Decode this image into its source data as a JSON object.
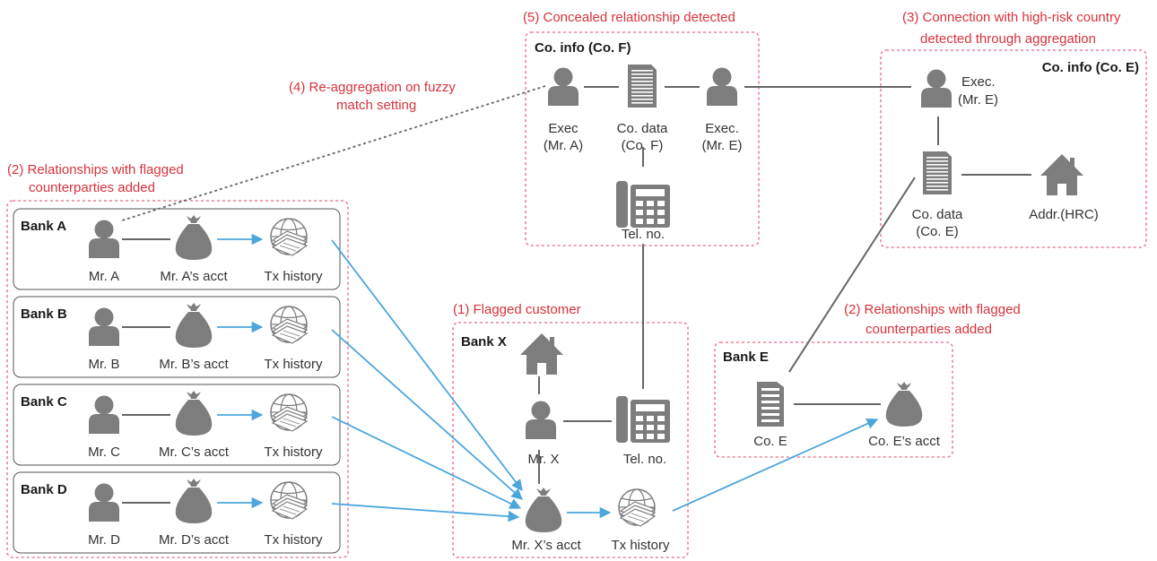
{
  "colors": {
    "accent_note": "#d8323c",
    "dashed_box": "#f07e95",
    "flow_arrow": "#4ba6dc",
    "icon": "#7d7d7d",
    "link_line": "#666666"
  },
  "notes": {
    "step5": "(5) Concealed relationship detected",
    "step3_line1": "(3) Connection with high-risk country",
    "step3_line2": "detected through aggregation",
    "step4_line1": "(4) Re-aggregation on fuzzy",
    "step4_line2": "match setting",
    "step2_left_line1": "(2) Relationships with flagged",
    "step2_left_line2": "counterparties added",
    "step1": "(1) Flagged customer",
    "step2_right_line1": "(2) Relationships with flagged",
    "step2_right_line2": "counterparties added"
  },
  "co_f": {
    "title": "Co. info (Co. F)",
    "exec_a_line1": "Exec",
    "exec_a_line2": "(Mr. A)",
    "data_line1": "Co. data",
    "data_line2": "(Co. F)",
    "exec_e_line1": "Exec.",
    "exec_e_line2": "(Mr. E)",
    "tel": "Tel. no."
  },
  "co_e": {
    "title": "Co. info (Co. E)",
    "exec_line1": "Exec.",
    "exec_line2": "(Mr. E)",
    "data_line1": "Co. data",
    "data_line2": "(Co. E)",
    "addr": "Addr.(HRC)"
  },
  "banks": [
    {
      "name": "Bank A",
      "person": "Mr. A",
      "acct": "Mr. A’s acct",
      "tx": "Tx history"
    },
    {
      "name": "Bank B",
      "person": "Mr. B",
      "acct": "Mr. B’s acct",
      "tx": "Tx history"
    },
    {
      "name": "Bank C",
      "person": "Mr. C",
      "acct": "Mr. C’s acct",
      "tx": "Tx history"
    },
    {
      "name": "Bank D",
      "person": "Mr. D",
      "acct": "Mr. D’s acct",
      "tx": "Tx history"
    }
  ],
  "bank_x": {
    "title": "Bank X",
    "person": "Mr. X",
    "tel": "Tel. no.",
    "acct": "Mr. X’s acct",
    "tx": "Tx history"
  },
  "bank_e": {
    "title": "Bank E",
    "company": "Co. E",
    "acct": "Co. E’s acct"
  },
  "icons": [
    "person-icon",
    "document-icon",
    "telephone-icon",
    "house-icon",
    "money-bag-icon",
    "transaction-history-icon",
    "building-icon"
  ]
}
